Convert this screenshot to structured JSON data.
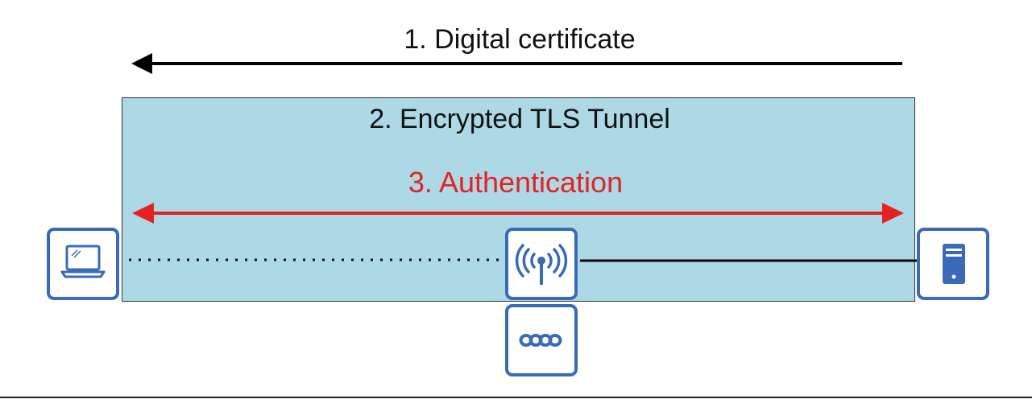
{
  "labels": {
    "step1": "1. Digital certificate",
    "step2": "2. Encrypted TLS Tunnel",
    "step3": "3. Authentication"
  },
  "colors": {
    "tunnel_fill": "#add8e6",
    "authentication": "#e52222",
    "arrow_black": "#000000",
    "device_blue": "#3a6ab8"
  },
  "icons": {
    "client": "laptop-icon",
    "access_point": "wireless-access-point-icon",
    "switch": "switch-icon",
    "server": "server-icon"
  },
  "links": {
    "laptop_to_ap": "wireless (dotted)",
    "ap_to_server": "wired (solid)"
  }
}
